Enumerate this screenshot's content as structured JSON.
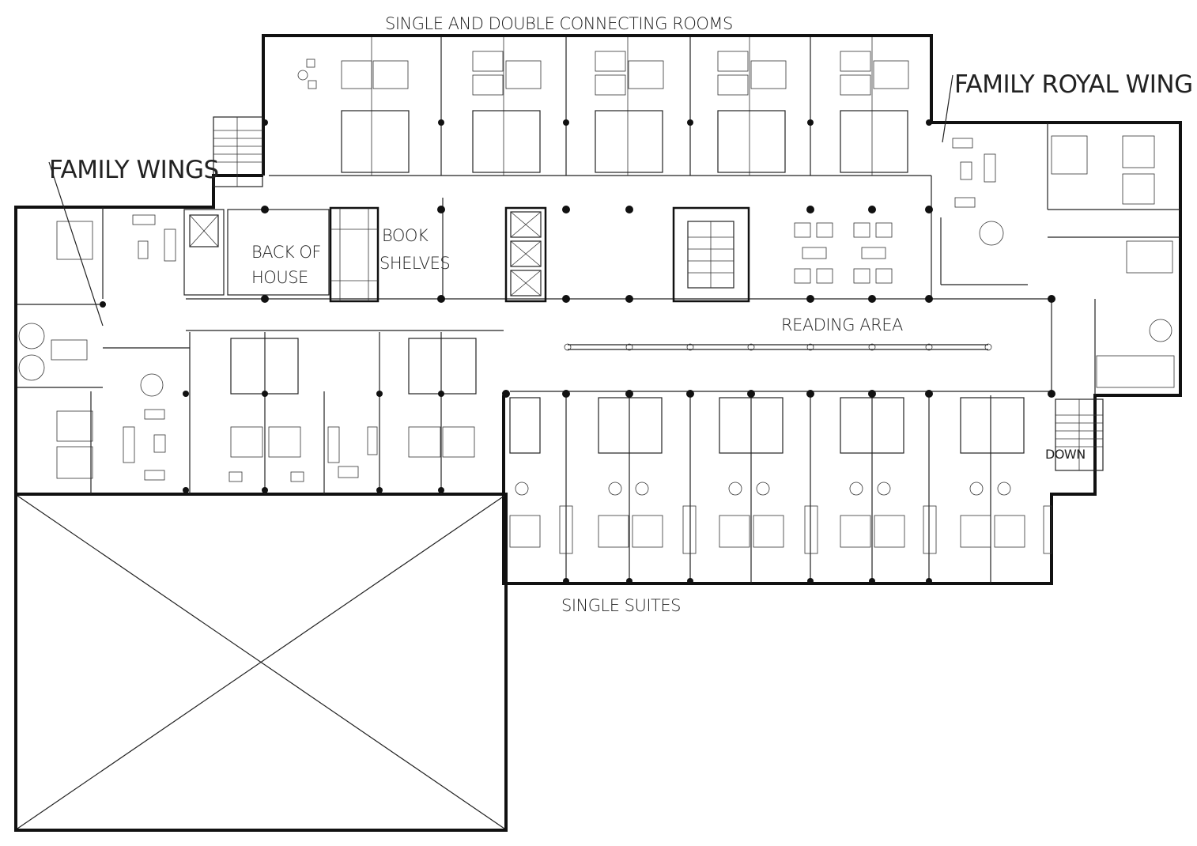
{
  "labels": {
    "connecting_rooms": "SINGLE AND DOUBLE CONNECTING ROOMS",
    "family_royal_wing": "FAMILY ROYAL WING",
    "family_wings": "FAMILY WINGS",
    "back_of_house_1": "BACK OF",
    "back_of_house_2": "HOUSE",
    "book_shelves_1": "BOOK",
    "book_shelves_2": "SHELVES",
    "reading_area": "READING AREA",
    "single_suites": "SINGLE SUITES",
    "down": "DOWN"
  },
  "colors": {
    "ink": "#111111",
    "paper": "#ffffff"
  },
  "counts": {
    "top_rooms": 5,
    "bottom_suites": 5
  }
}
